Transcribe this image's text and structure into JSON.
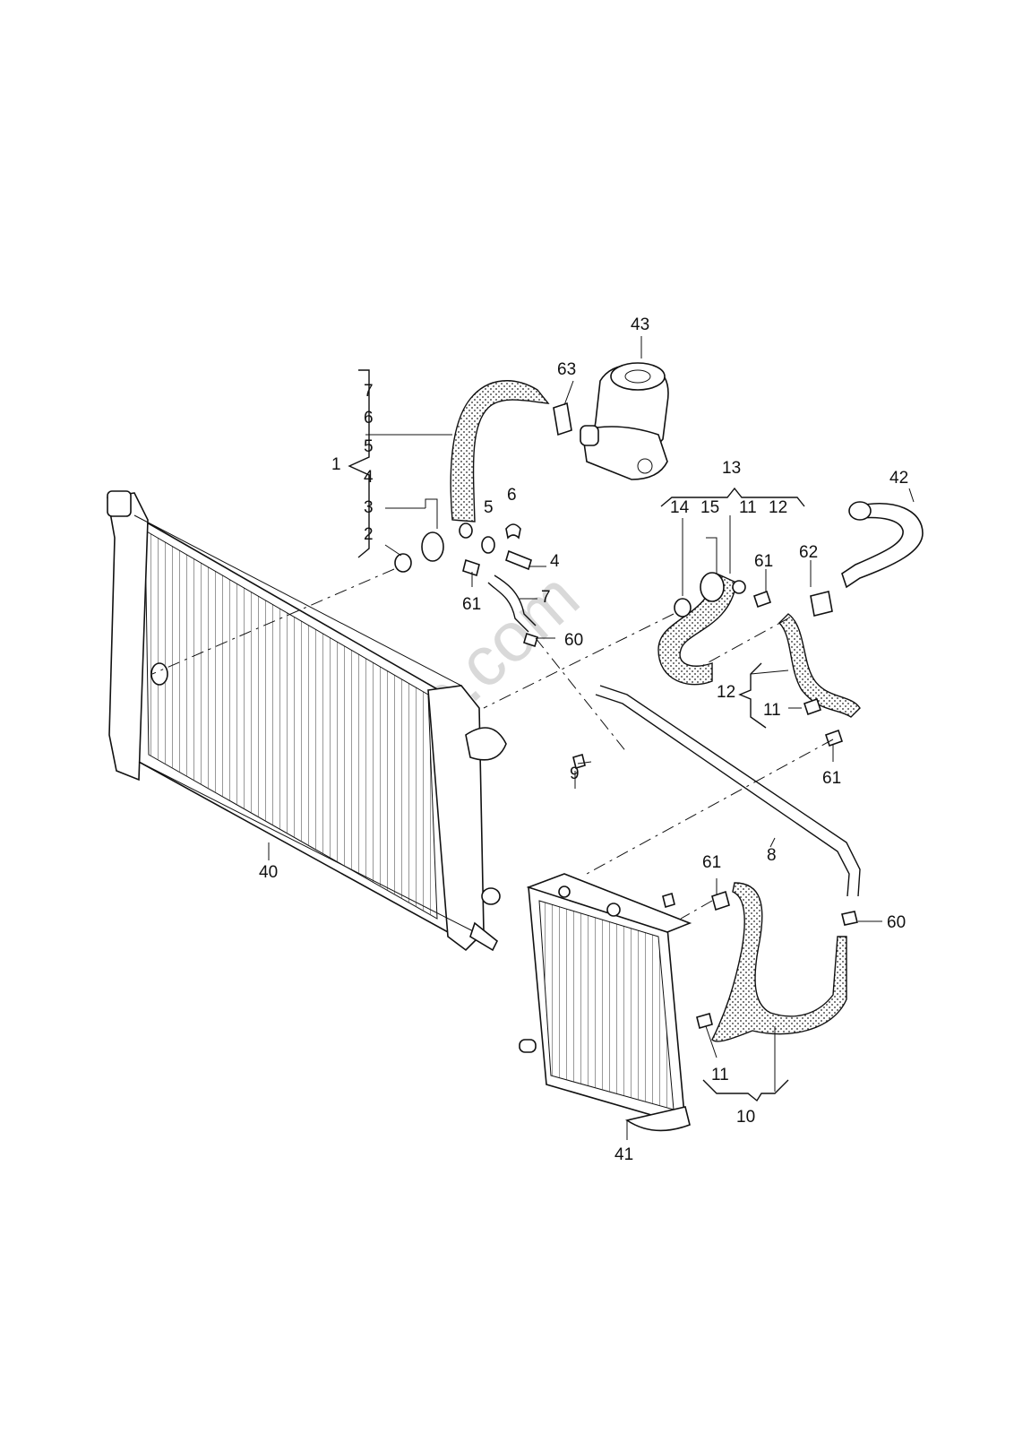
{
  "watermark": "7zap.com",
  "labels": {
    "l1": "1",
    "l2": "2",
    "l3": "3",
    "l4a": "4",
    "l4b": "4",
    "l5a": "5",
    "l5b": "5",
    "l6a": "6",
    "l6b": "6",
    "l7a": "7",
    "l7b": "7",
    "l8": "8",
    "l9": "9",
    "l10": "10",
    "l11a": "11",
    "l11b": "11",
    "l11c": "11",
    "l12a": "12",
    "l12b": "12",
    "l13": "13",
    "l14": "14",
    "l15": "15",
    "l40": "40",
    "l41": "41",
    "l42": "42",
    "l43": "43",
    "l60a": "60",
    "l60b": "60",
    "l61a": "61",
    "l61b": "61",
    "l61c": "61",
    "l61d": "61",
    "l62": "62",
    "l63": "63"
  },
  "icons": [
    "radiator",
    "auxiliary-radiator",
    "oil-filter-housing",
    "coolant-hose",
    "hose-clamp",
    "o-ring",
    "temperature-sender",
    "pipe"
  ]
}
